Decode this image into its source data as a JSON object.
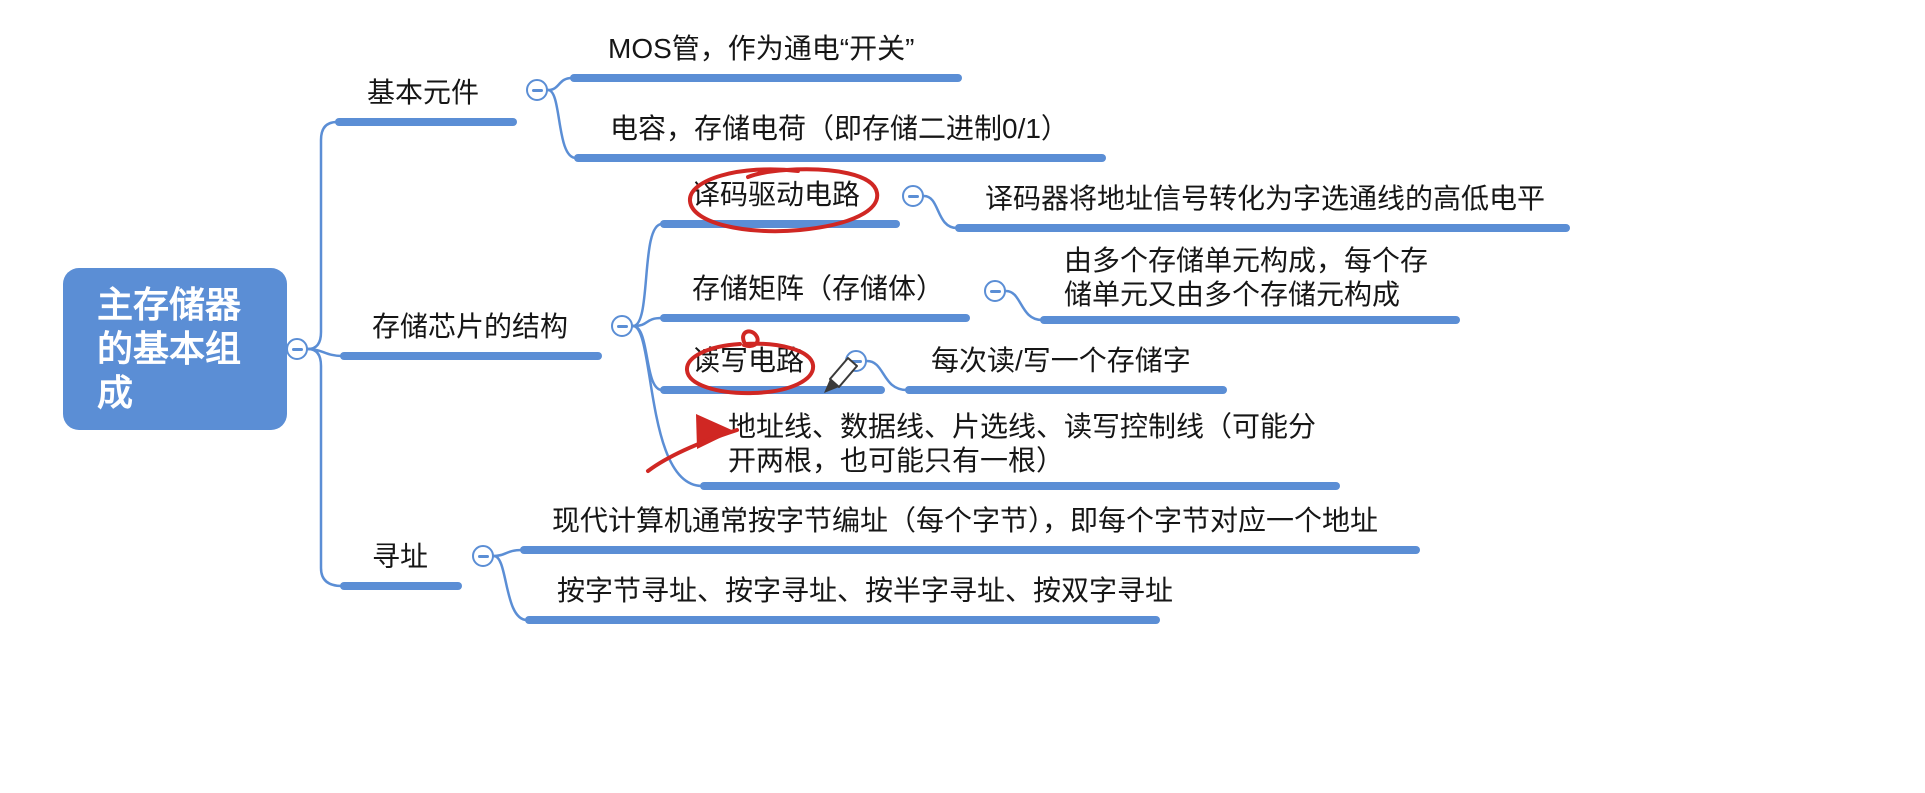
{
  "colors": {
    "accent": "#5b8ed5",
    "ink": "#161616",
    "annotation": "#d02723",
    "root-text": "#ffffff",
    "background": "#ffffff"
  },
  "root": {
    "label": "主存储器\n的基本组\n成"
  },
  "branches": {
    "basic": {
      "label": "基本元件",
      "children": {
        "mos": {
          "label": "MOS管，作为通电“开关”"
        },
        "capacitor": {
          "label": "电容，存储电荷（即存储二进制0/1）"
        }
      }
    },
    "chip": {
      "label": "存储芯片的结构",
      "children": {
        "decoder": {
          "label": "译码驱动电路"
        },
        "decoder_detail": {
          "label": "译码器将地址信号转化为字选通线的高低电平"
        },
        "matrix": {
          "label": "存储矩阵（存储体）"
        },
        "matrix_detail": {
          "label": "由多个存储单元构成，每个存\n储单元又由多个存储元构成"
        },
        "readwrite": {
          "label": "读写电路"
        },
        "readwrite_detail": {
          "label": "每次读/写一个存储字"
        },
        "bus_lines": {
          "label": "地址线、数据线、片选线、读写控制线（可能分\n开两根，也可能只有一根）"
        }
      }
    },
    "addressing": {
      "label": "寻址",
      "children": {
        "byte_addressing": {
          "label": "现代计算机通常按字节编址（每个字节），即每个字节对应一个地址"
        },
        "modes": {
          "label": "按字节寻址、按字寻址、按半字寻址、按双字寻址"
        }
      }
    }
  },
  "annotations": {
    "decoder_circle": "red-hand-drawn-circle",
    "readwrite_circle": "red-hand-drawn-circle",
    "bus_arrow": "red-arrow",
    "pencil": "pencil-cursor-icon"
  }
}
